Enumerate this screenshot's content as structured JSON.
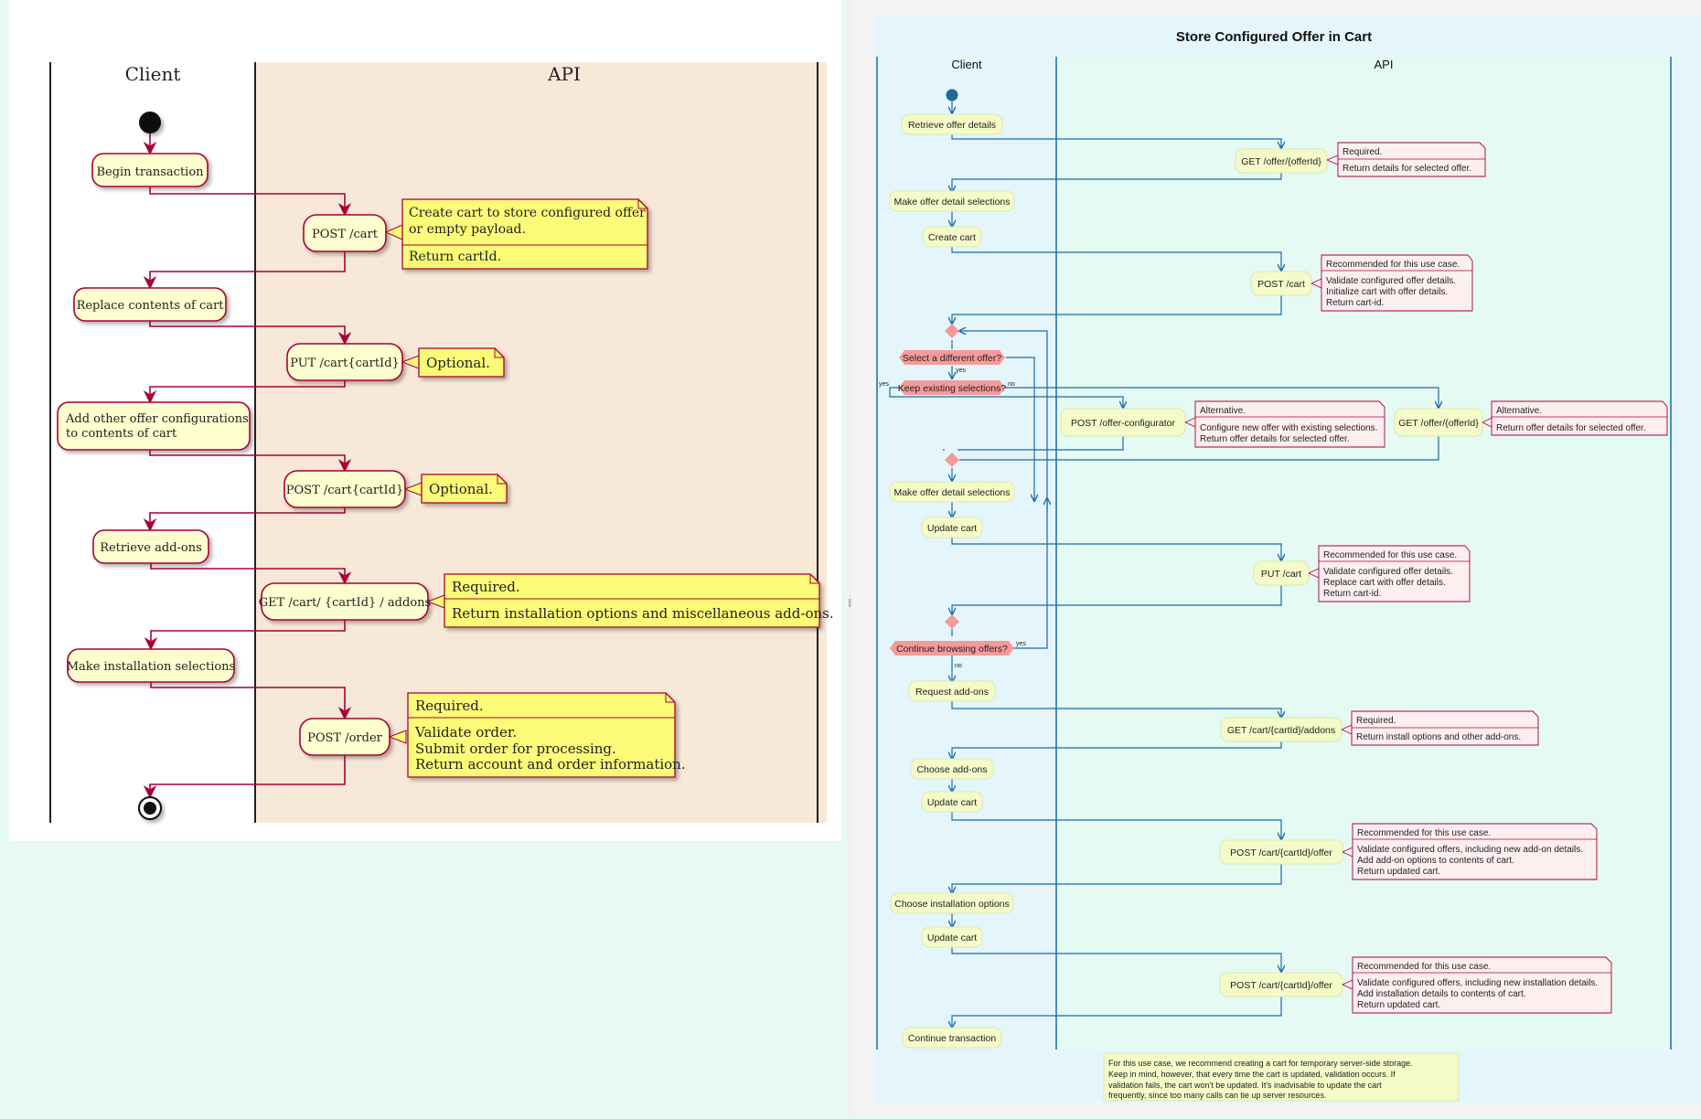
{
  "left_diagram": {
    "lanes": {
      "client": "Client",
      "api": "API"
    },
    "client_actions": [
      "Begin transaction",
      "Replace contents of cart",
      "Add other offer configurations",
      "to contents of cart",
      "Retrieve add-ons",
      "Make installation selections"
    ],
    "api_calls": [
      "POST /cart",
      "PUT /cart{cartId}",
      "POST /cart{cartId}",
      "GET /cart/ {cartId} / addons",
      "POST /order"
    ],
    "notes": {
      "post_cart": [
        "Create cart to store configured offer",
        "or empty payload.",
        "Return cartId."
      ],
      "put_cart": "Optional.",
      "post_cart_id": "Optional.",
      "get_addons": [
        "Required.",
        "Return installation options and miscellaneous add-ons."
      ],
      "post_order": [
        "Required.",
        "Validate order.",
        "Submit order for processing.",
        "Return account and order information."
      ]
    }
  },
  "right_diagram": {
    "title": "Store Configured Offer in Cart",
    "lanes": {
      "client": "Client",
      "api": "API"
    },
    "client_actions": [
      "Retrieve offer details",
      "Make offer detail selections",
      "Create cart",
      "Make offer detail selections",
      "Update cart",
      "Request add-ons",
      "Choose add-ons",
      "Update cart",
      "Choose installation options",
      "Update cart",
      "Continue transaction"
    ],
    "decisions": [
      "Select a different offer?",
      "Keep existing selections?",
      "Continue browsing offers?"
    ],
    "edge_labels": {
      "yes": "yes",
      "no": "no"
    },
    "api_calls": [
      "GET /offer/{offerId}",
      "POST /cart",
      "POST /offer-configurator",
      "GET /offer/{offerId}",
      "PUT /cart",
      "GET /cart/{cartId}/addons",
      "POST /cart/{cartId}/offer",
      "POST /cart/{cartId}/offer"
    ],
    "notes": {
      "get_offer": [
        "Required.",
        "Return details for selected offer."
      ],
      "post_cart": [
        "Recommended for this use case.",
        "Validate configured offer details.",
        "Initialize cart with offer details.",
        "Return cart-id."
      ],
      "offer_configurator": [
        "Alternative.",
        "Configure new offer with existing selections.",
        "Return offer details for selected offer."
      ],
      "get_offer_alt": [
        "Alternative.",
        "Return offer details for selected offer."
      ],
      "put_cart": [
        "Recommended for this use case.",
        "Validate configured offer details.",
        "Replace cart with offer details.",
        "Return cart-id."
      ],
      "get_addons": [
        "Required.",
        "Return install options and other add-ons."
      ],
      "post_offer_addons": [
        "Recommended for this use case.",
        "Validate configured offers, including new add-on details.",
        "Add add-on options to contents of cart.",
        "Return updated cart."
      ],
      "post_offer_install": [
        "Recommended for this use case.",
        "Validate configured offers, including new installation details.",
        "Add installation details to contents of cart.",
        "Return updated cart."
      ],
      "footer": [
        "For this use case, we recommend creating a cart for temporary server-side storage.",
        "Keep in mind, however, that every time the cart is updated, validation occurs. If",
        "validation fails, the cart won't be updated. It's inadvisable to update the cart",
        "frequently, since too many calls can tie up server resources."
      ]
    }
  },
  "colors": {
    "left_api_lane": "#f8e8d8",
    "left_node_fill": "#fefece",
    "left_node_stroke": "#a80036",
    "left_note_fill": "#fbfb77",
    "right_client_lane": "#e4f6fb",
    "right_api_lane": "#e4faf3",
    "right_node_fill": "#f4fbc8",
    "right_link": "#1a6aa8",
    "right_decision": "#f59a9a",
    "right_note_fill": "#fdeef0",
    "right_note_stroke": "#a80036"
  }
}
